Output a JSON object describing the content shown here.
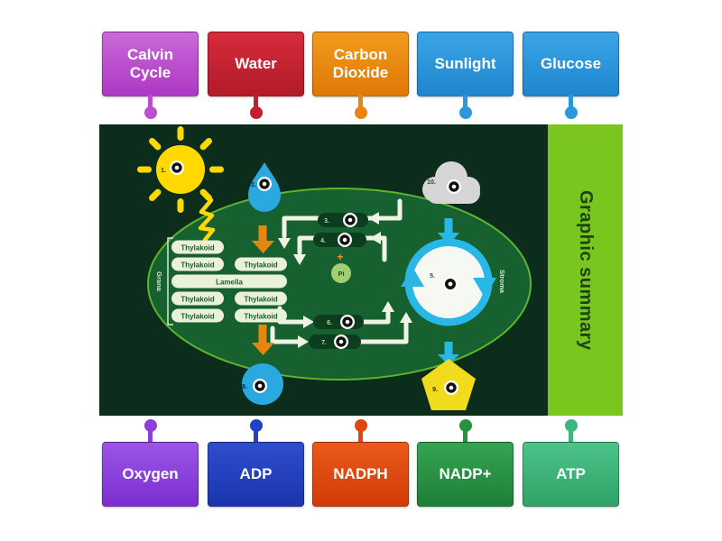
{
  "top_labels": [
    {
      "text": "Calvin Cycle",
      "color": "#bb4ed0"
    },
    {
      "text": "Water",
      "color": "#c41f2e"
    },
    {
      "text": "Carbon Dioxide",
      "color": "#e8850e"
    },
    {
      "text": "Sunlight",
      "color": "#2b97dd"
    },
    {
      "text": "Glucose",
      "color": "#2b97dd"
    }
  ],
  "bottom_labels": [
    {
      "text": "Oxygen",
      "color": "#8b40da"
    },
    {
      "text": "ADP",
      "color": "#2342c2"
    },
    {
      "text": "NADPH",
      "color": "#e04510"
    },
    {
      "text": "NADP+",
      "color": "#28913f"
    },
    {
      "text": "ATP",
      "color": "#3eb57d"
    }
  ],
  "diagram": {
    "sidebar_title": "Graphic summary",
    "thylakoid": "Thylakoid",
    "lamella": "Lamella",
    "grana": "Grana",
    "stroma": "Stroma",
    "pi": "Pi",
    "plus": "+",
    "numbers": {
      "sun": "1.",
      "water_drop": "2.",
      "pill_3": "3.",
      "pill_4": "4.",
      "calvin_cycle": "5.",
      "pill_6": "6.",
      "pill_7": "7.",
      "oxygen_bubble": "8.",
      "glucose_pentagon": "9.",
      "co2_cloud": "10."
    },
    "colors": {
      "background": "#0c2d1b",
      "ellipse": "#17602f",
      "ellipse_border": "#5cb52c",
      "sidebar": "#79c71e",
      "sidebar_text": "#1d430e",
      "sun": "#ffd900",
      "water": "#2aa9e0",
      "cloud": "#d6d6d6",
      "orange_arrow": "#e8850e",
      "cyan_arrow": "#29b7e8",
      "white_arrow": "#eef3e6",
      "thylakoid_pill": "#e9f1da",
      "dark_pill": "#0d3d1f",
      "pentagon": "#f2da1c",
      "calvin_circle": "#f6f9f2"
    }
  }
}
